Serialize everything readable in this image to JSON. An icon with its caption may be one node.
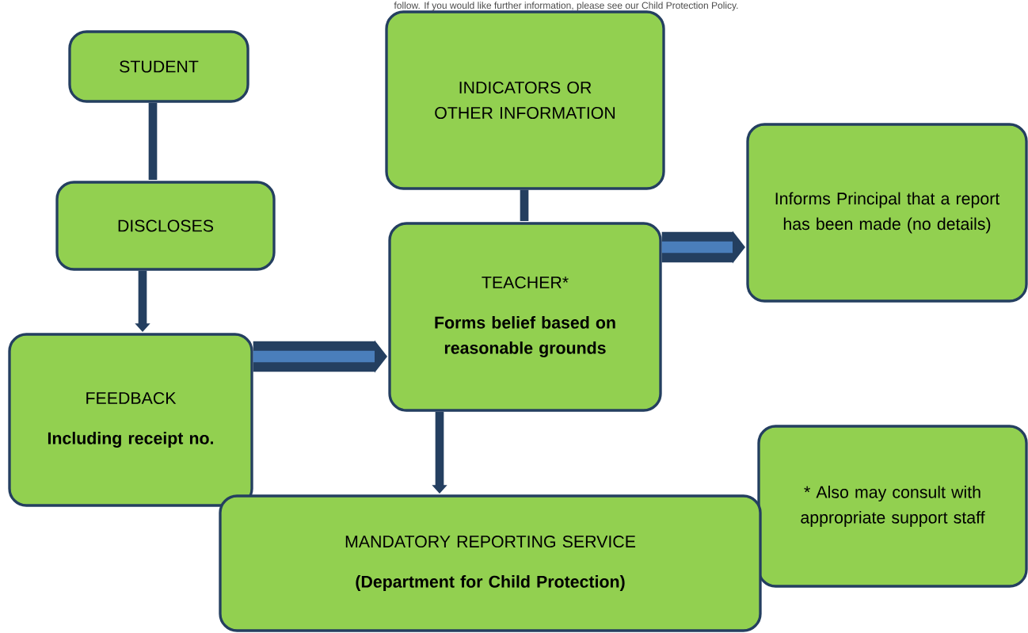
{
  "diagram": {
    "nodes": [
      {
        "text": [
          "STUDENT"
        ]
      },
      {
        "text": [
          "DISCLOSES"
        ]
      },
      {
        "text": [
          "FEEDBACK",
          "Including receipt no."
        ]
      },
      {
        "text": [
          "INDICATORS OR OTHER INFORMATION"
        ]
      },
      {
        "text": [
          "TEACHER*",
          "Forms belief based on reasonable grounds"
        ]
      },
      {
        "text": [
          "Informs Principal that a report has been made (no details)"
        ]
      },
      {
        "text": [
          "* Also may consult with appropriate support staff"
        ]
      },
      {
        "text": [
          "MANDATORY REPORTING SERVICE",
          "(Department for Child Protection)"
        ]
      }
    ],
    "edges": [
      {
        "from": 0,
        "to": 1,
        "arrow": "none"
      },
      {
        "from": 1,
        "to": 2,
        "arrow": "to"
      },
      {
        "from": 3,
        "to": 4,
        "arrow": "none"
      },
      {
        "from": 2,
        "to": 4,
        "arrow": "to",
        "style": "thick"
      },
      {
        "from": 4,
        "to": 5,
        "arrow": "to",
        "style": "thick"
      },
      {
        "from": 4,
        "to": 7,
        "arrow": "to"
      }
    ],
    "labels": [
      "follow. If you would like further information, please see our Child Protection Policy."
    ]
  }
}
